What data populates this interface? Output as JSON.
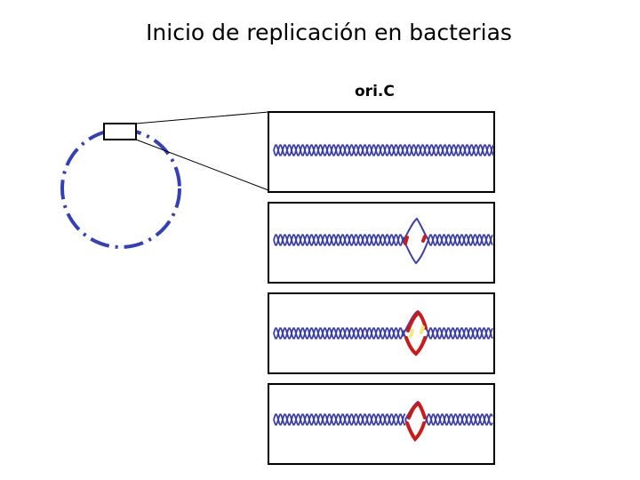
{
  "title": "Inicio de replicación en bacterias",
  "origin_label": "ori.C",
  "colors": {
    "dna": "#3b3fae",
    "new_strand": "#cc1a1a",
    "primer": "#f2ea7a",
    "chromosome": "#3340b8",
    "frame": "#000000"
  },
  "panels": [
    {
      "stage": "duplex"
    },
    {
      "stage": "bubble-open"
    },
    {
      "stage": "bubble-primed"
    },
    {
      "stage": "bubble-elongating"
    }
  ]
}
